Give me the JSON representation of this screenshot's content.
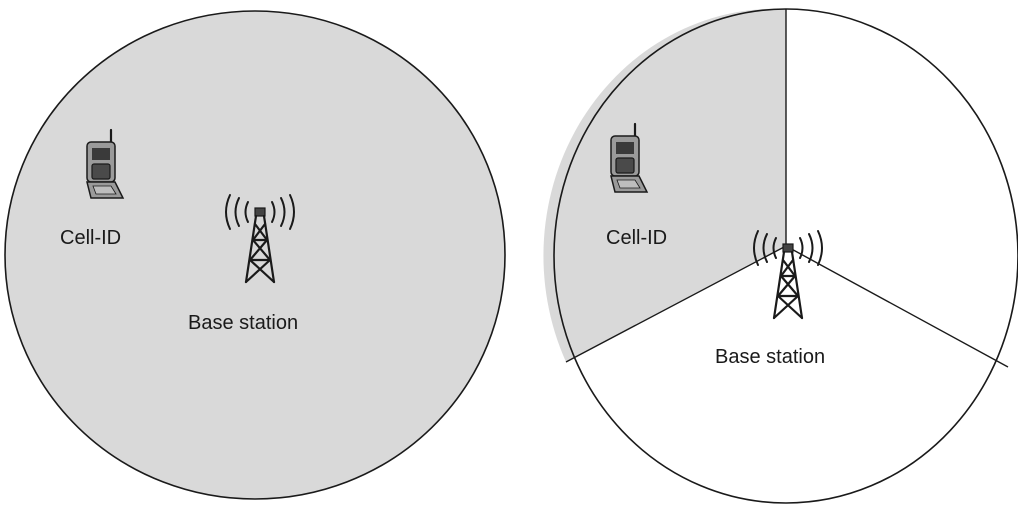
{
  "diagrams": [
    {
      "phone_label": "Cell-ID",
      "station_label": "Base station",
      "sectorized": false,
      "colors": {
        "cell_fill": "#d9d9d9",
        "outline": "#1a1a1a"
      }
    },
    {
      "phone_label": "Cell-ID",
      "station_label": "Base station",
      "sectorized": true,
      "sector_count": 3,
      "colors": {
        "active_sector_fill": "#d9d9d9",
        "other_sector_fill": "#ffffff",
        "outline": "#1a1a1a"
      }
    }
  ],
  "icons": {
    "phone": "mobile-phone-icon",
    "tower": "base-station-tower-icon"
  }
}
